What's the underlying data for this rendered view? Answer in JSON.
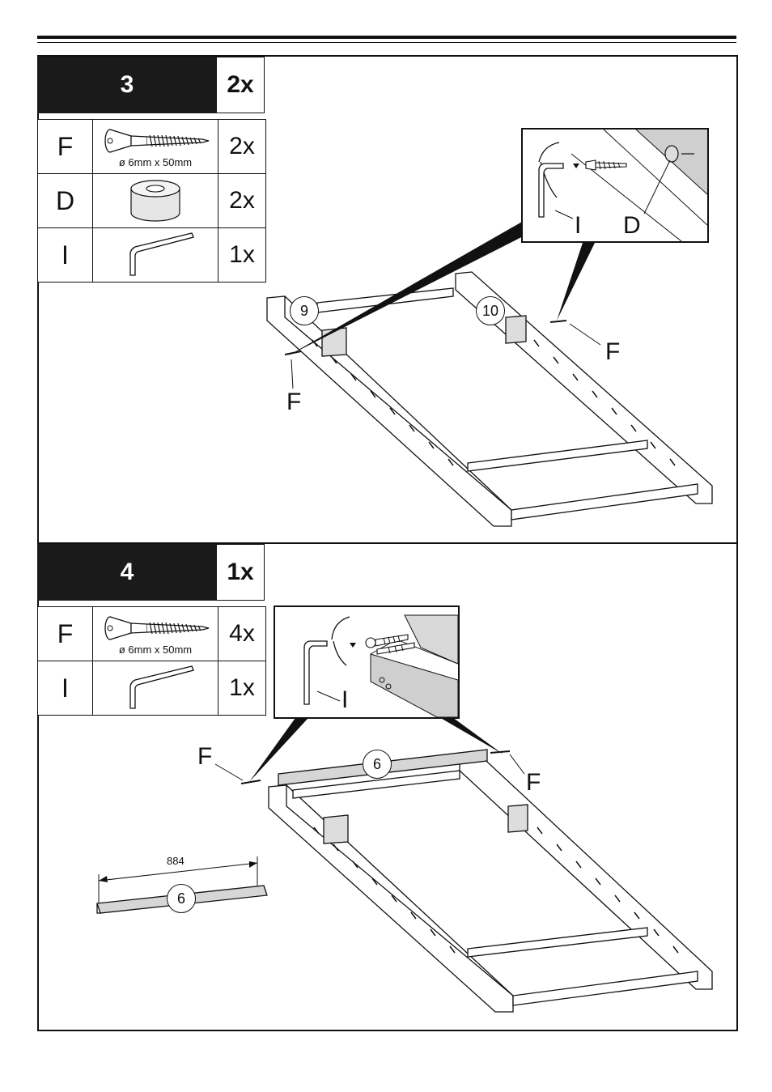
{
  "steps": [
    {
      "number": "3",
      "quantity": "2x",
      "parts": [
        {
          "code": "F",
          "dims": "ø 6mm x 50mm",
          "qty": "2x",
          "icon": "screw-icon"
        },
        {
          "code": "D",
          "dims": "",
          "qty": "2x",
          "icon": "spacer-icon"
        },
        {
          "code": "I",
          "dims": "",
          "qty": "1x",
          "icon": "hex-key-icon"
        }
      ],
      "callouts": {
        "screw_left": "F",
        "screw_right": "F",
        "inset_key": "I",
        "inset_spacer": "D"
      },
      "bubbles": [
        "9",
        "10"
      ]
    },
    {
      "number": "4",
      "quantity": "1x",
      "parts": [
        {
          "code": "F",
          "dims": "ø 6mm x 50mm",
          "qty": "4x",
          "icon": "screw-icon"
        },
        {
          "code": "I",
          "dims": "",
          "qty": "1x",
          "icon": "hex-key-icon"
        }
      ],
      "callouts": {
        "screw_left": "F",
        "screw_right": "F",
        "inset_key": "I"
      },
      "bubbles": [
        "6",
        "6"
      ],
      "dimension": "884"
    }
  ]
}
